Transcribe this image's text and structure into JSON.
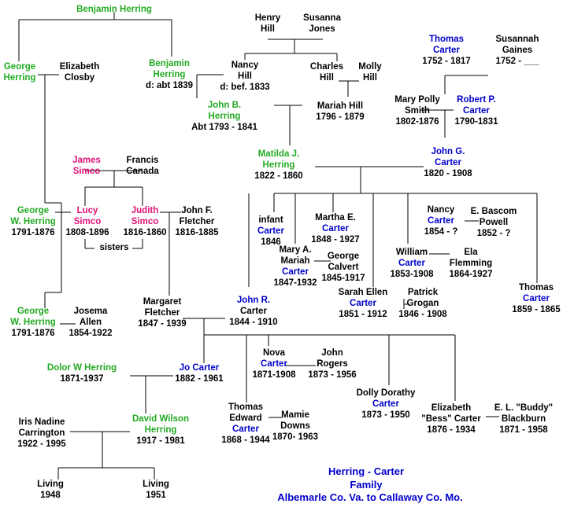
{
  "title": {
    "line1": "Herring - Carter",
    "line2": "Family",
    "line3": "Albemarle Co. Va. to Callaway Co. Mo."
  },
  "colors": {
    "herring": "#22aa22",
    "carter": "#0000cc",
    "simco": "#dd1177",
    "default": "#000000"
  },
  "people": [
    {
      "id": "benjamin-herring-sr",
      "lines": [
        {
          "t": "Benjamin Herring",
          "c": "herring"
        }
      ]
    },
    {
      "id": "george-herring",
      "lines": [
        {
          "t": "George",
          "c": "herring"
        },
        {
          "t": "Herring",
          "c": "herring"
        }
      ]
    },
    {
      "id": "elizabeth-closby",
      "lines": [
        {
          "t": "Elizabeth"
        },
        {
          "t": "Closby"
        }
      ]
    },
    {
      "id": "benjamin-herring",
      "lines": [
        {
          "t": "Benjamin",
          "c": "herring"
        },
        {
          "t": "Herring",
          "c": "herring"
        },
        {
          "t": "d: abt 1839"
        }
      ]
    },
    {
      "id": "henry-hill",
      "lines": [
        {
          "t": "Henry"
        },
        {
          "t": "Hill"
        }
      ]
    },
    {
      "id": "susanna-jones",
      "lines": [
        {
          "t": "Susanna"
        },
        {
          "t": "Jones"
        }
      ]
    },
    {
      "id": "nancy-hill",
      "lines": [
        {
          "t": "Nancy"
        },
        {
          "t": "Hill"
        },
        {
          "t": "d: bef. 1833"
        }
      ]
    },
    {
      "id": "charles-hill",
      "lines": [
        {
          "t": "Charles"
        },
        {
          "t": "Hill"
        }
      ]
    },
    {
      "id": "molly-hill",
      "lines": [
        {
          "t": "Molly"
        },
        {
          "t": "Hill"
        }
      ]
    },
    {
      "id": "thomas-carter",
      "lines": [
        {
          "t": "Thomas",
          "c": "carter"
        },
        {
          "t": "Carter",
          "c": "carter"
        },
        {
          "t": "1752 - 1817"
        }
      ]
    },
    {
      "id": "susannah-gaines",
      "lines": [
        {
          "t": "Susannah"
        },
        {
          "t": "Gaines"
        },
        {
          "t": "1752 - ___"
        }
      ]
    },
    {
      "id": "mary-polly-smith",
      "lines": [
        {
          "t": "Mary Polly"
        },
        {
          "t": "Smith"
        },
        {
          "t": "1802-1876"
        }
      ]
    },
    {
      "id": "robert-p-carter",
      "lines": [
        {
          "t": "Robert P.",
          "c": "carter"
        },
        {
          "t": "Carter",
          "c": "carter"
        },
        {
          "t": "1790-1831"
        }
      ]
    },
    {
      "id": "john-b-herring",
      "lines": [
        {
          "t": "John B.",
          "c": "herring"
        },
        {
          "t": "Herring",
          "c": "herring"
        },
        {
          "t": "Abt 1793 - 1841"
        }
      ]
    },
    {
      "id": "mariah-hill",
      "lines": [
        {
          "t": "Mariah Hill"
        },
        {
          "t": "1796 - 1879"
        }
      ]
    },
    {
      "id": "matilda-j-herring",
      "lines": [
        {
          "t": "Matilda J.",
          "c": "herring"
        },
        {
          "t": "Herring",
          "c": "herring"
        },
        {
          "t": "1822 - 1860"
        }
      ]
    },
    {
      "id": "john-g-carter",
      "lines": [
        {
          "t": "John G.",
          "c": "carter"
        },
        {
          "t": "Carter",
          "c": "carter"
        },
        {
          "t": "1820 - 1908"
        }
      ]
    },
    {
      "id": "james-simco",
      "lines": [
        {
          "t": "James",
          "c": "simco"
        },
        {
          "t": "Simco",
          "c": "simco"
        }
      ]
    },
    {
      "id": "francis-canada",
      "lines": [
        {
          "t": "Francis"
        },
        {
          "t": "Canada"
        }
      ]
    },
    {
      "id": "george-w-herring-a",
      "lines": [
        {
          "t": "George",
          "c": "herring"
        },
        {
          "t": "W. Herring",
          "c": "herring"
        },
        {
          "t": "1791-1876"
        }
      ]
    },
    {
      "id": "lucy-simco",
      "lines": [
        {
          "t": "Lucy",
          "c": "simco"
        },
        {
          "t": "Simco",
          "c": "simco"
        },
        {
          "t": "1808-1896"
        }
      ]
    },
    {
      "id": "judith-simco",
      "lines": [
        {
          "t": "Judith",
          "c": "simco"
        },
        {
          "t": "Simco",
          "c": "simco"
        },
        {
          "t": "1816-1860"
        }
      ]
    },
    {
      "id": "john-f-fletcher",
      "lines": [
        {
          "t": "John F."
        },
        {
          "t": "Fletcher"
        },
        {
          "t": "1816-1885"
        }
      ]
    },
    {
      "id": "sisters",
      "lines": [
        {
          "t": "sisters"
        }
      ]
    },
    {
      "id": "infant-carter",
      "lines": [
        {
          "t": "infant"
        },
        {
          "t": "Carter",
          "c": "carter"
        },
        {
          "t": "1846"
        }
      ]
    },
    {
      "id": "martha-e-carter",
      "lines": [
        {
          "t": "Martha E."
        },
        {
          "t": "Carter",
          "c": "carter"
        },
        {
          "t": "1848 - 1927"
        }
      ]
    },
    {
      "id": "nancy-carter",
      "lines": [
        {
          "t": "Nancy"
        },
        {
          "t": "Carter",
          "c": "carter"
        },
        {
          "t": "1854 - ?"
        }
      ]
    },
    {
      "id": "e-bascom-powell",
      "lines": [
        {
          "t": "E. Bascom"
        },
        {
          "t": "Powell"
        },
        {
          "t": "1852 - ?"
        }
      ]
    },
    {
      "id": "mary-a-mariah-carter",
      "lines": [
        {
          "t": "Mary A."
        },
        {
          "t": "Mariah"
        },
        {
          "t": "Carter",
          "c": "carter"
        },
        {
          "t": "1847-1932"
        }
      ]
    },
    {
      "id": "george-calvert",
      "lines": [
        {
          "t": "George"
        },
        {
          "t": "Calvert"
        },
        {
          "t": "1845-1917"
        }
      ]
    },
    {
      "id": "william-carter",
      "lines": [
        {
          "t": "William"
        },
        {
          "t": "Carter",
          "c": "carter"
        },
        {
          "t": "1853-1908"
        }
      ]
    },
    {
      "id": "ela-flemming",
      "lines": [
        {
          "t": "Ela"
        },
        {
          "t": "Flemming"
        },
        {
          "t": "1864-1927"
        }
      ]
    },
    {
      "id": "sarah-ellen-carter",
      "lines": [
        {
          "t": "Sarah Ellen"
        },
        {
          "t": "Carter",
          "c": "carter"
        },
        {
          "t": "1851 - 1912"
        }
      ]
    },
    {
      "id": "patrick-grogan",
      "lines": [
        {
          "t": "Patrick"
        },
        {
          "t": "Grogan"
        },
        {
          "t": "1846 - 1908"
        }
      ]
    },
    {
      "id": "thomas-carter-1859",
      "lines": [
        {
          "t": "Thomas"
        },
        {
          "t": "Carter",
          "c": "carter"
        },
        {
          "t": "1859 - 1865"
        }
      ]
    },
    {
      "id": "george-w-herring-b",
      "lines": [
        {
          "t": "George",
          "c": "herring"
        },
        {
          "t": "W. Herring",
          "c": "herring"
        },
        {
          "t": "1791-1876"
        }
      ]
    },
    {
      "id": "josema-allen",
      "lines": [
        {
          "t": "Josema"
        },
        {
          "t": "Allen"
        },
        {
          "t": "1854-1922"
        }
      ]
    },
    {
      "id": "margaret-fletcher",
      "lines": [
        {
          "t": "Margaret"
        },
        {
          "t": "Fletcher"
        },
        {
          "t": "1847 - 1939"
        }
      ]
    },
    {
      "id": "john-r-carter",
      "lines": [
        {
          "t": "John R.",
          "c": "carter"
        },
        {
          "t": "Carter"
        },
        {
          "t": "1844 - 1910"
        }
      ]
    },
    {
      "id": "dolor-w-herring",
      "lines": [
        {
          "t": "Dolor W Herring",
          "c": "herring"
        },
        {
          "t": "1871-1937"
        }
      ]
    },
    {
      "id": "jo-carter",
      "lines": [
        {
          "t": "Jo  Carter",
          "c": "carter"
        },
        {
          "t": "1882 - 1961"
        }
      ]
    },
    {
      "id": "nova-carter",
      "lines": [
        {
          "t": "Nova"
        },
        {
          "t": "Carter",
          "c": "carter"
        },
        {
          "t": "1871-1908"
        }
      ]
    },
    {
      "id": "john-rogers",
      "lines": [
        {
          "t": "John"
        },
        {
          "t": "Rogers"
        },
        {
          "t": "1873 - 1956"
        }
      ]
    },
    {
      "id": "dolly-dorathy-carter",
      "lines": [
        {
          "t": "Dolly Dorathy"
        },
        {
          "t": "Carter",
          "c": "carter"
        },
        {
          "t": "1873 - 1950"
        }
      ]
    },
    {
      "id": "thomas-edward-carter",
      "lines": [
        {
          "t": "Thomas"
        },
        {
          "t": "Edward"
        },
        {
          "t": "Carter",
          "c": "carter"
        },
        {
          "t": "1868 - 1944"
        }
      ]
    },
    {
      "id": "mamie-downs",
      "lines": [
        {
          "t": "Mamie"
        },
        {
          "t": "Downs"
        },
        {
          "t": "1870- 1963"
        }
      ]
    },
    {
      "id": "elizabeth-bess-carter",
      "lines": [
        {
          "t": "Elizabeth"
        },
        {
          "t": "\"Bess\" Carter"
        },
        {
          "t": "1876 - 1934"
        }
      ]
    },
    {
      "id": "el-buddy-blackburn",
      "lines": [
        {
          "t": "E. L. \"Buddy\""
        },
        {
          "t": "Blackburn"
        },
        {
          "t": "1871 - 1958"
        }
      ]
    },
    {
      "id": "iris-nadine-carrington",
      "lines": [
        {
          "t": "Iris Nadine"
        },
        {
          "t": "Carrington"
        },
        {
          "t": "1922 - 1995"
        }
      ]
    },
    {
      "id": "david-wilson-herring",
      "lines": [
        {
          "t": "David Wilson",
          "c": "herring"
        },
        {
          "t": "Herring",
          "c": "herring"
        },
        {
          "t": "1917 - 1981"
        }
      ]
    },
    {
      "id": "living-1948",
      "lines": [
        {
          "t": "Living"
        },
        {
          "t": "1948"
        }
      ]
    },
    {
      "id": "living-1951",
      "lines": [
        {
          "t": "Living"
        },
        {
          "t": "1951"
        }
      ]
    }
  ]
}
